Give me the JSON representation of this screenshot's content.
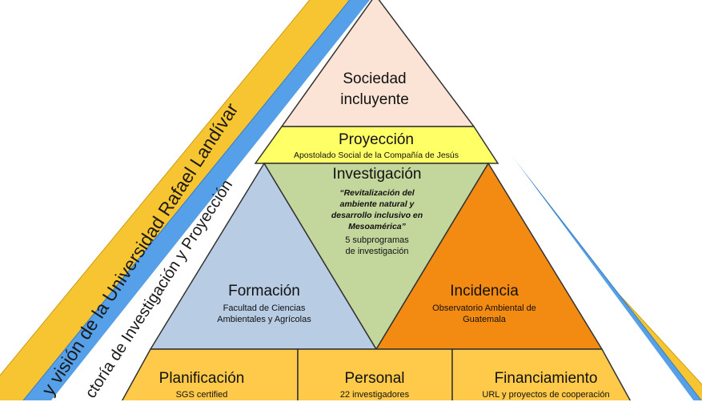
{
  "bands": {
    "outer": "y visión de la Universidad Rafael Landívar",
    "inner": "ctoría de Investigación y Proyección"
  },
  "top": {
    "title_line1": "Sociedad",
    "title_line2": "incluyente"
  },
  "proyeccion": {
    "title": "Proyección",
    "subtitle": "Apostolado Social de la Compañía de Jesús"
  },
  "investigacion": {
    "title": "Investigación",
    "quote": [
      "“Revitalización del",
      "ambiente natural y",
      "desarrollo inclusivo en",
      "Mesoamérica”"
    ],
    "note": [
      "5 subprogramas",
      "de investigación"
    ]
  },
  "formacion": {
    "title": "Formación",
    "subtitle": [
      "Facultad de Ciencias",
      "Ambientales y Agrícolas"
    ]
  },
  "incidencia": {
    "title": "Incidencia",
    "subtitle": [
      "Observatorio Ambiental de",
      "Guatemala"
    ]
  },
  "bottom": {
    "planificacion": {
      "title": "Planificación",
      "subtitle": "SGS certified"
    },
    "personal": {
      "title": "Personal",
      "subtitle": "22 investigadores"
    },
    "financiamiento": {
      "title": "Financiamiento",
      "subtitle": "URL y proyectos de cooperación"
    }
  },
  "colors": {
    "outer_band": "#F7C531",
    "inner_band": "#55A0E8",
    "sociedad_fill": "#FBE4D5",
    "yellow_fill": "#FFFF66",
    "investigacion_fill": "#C3D69B",
    "formacion_fill": "#B8CCE4",
    "incidencia_fill": "#F38A12",
    "bottom_fill": "#FFC94A"
  }
}
